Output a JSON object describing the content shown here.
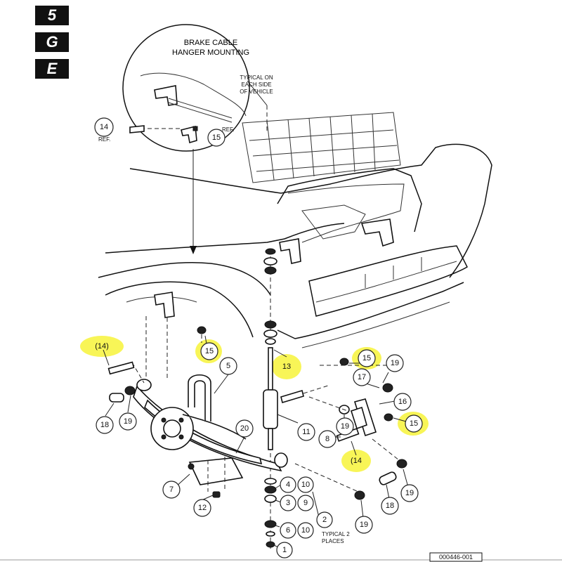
{
  "tabs": {
    "section": "5",
    "letter1": "G",
    "letter2": "E"
  },
  "inset": {
    "title_line1": "BRAKE CABLE",
    "title_line2": "HANGER MOUNTING",
    "note_line1": "TYPICAL ON",
    "note_line2": "EACH SIDE",
    "note_line3": "OF VEHICLE",
    "ref_label_left": "REF.",
    "ref_label_right": "REF.",
    "callout_14": "14",
    "callout_15": "15"
  },
  "callouts": {
    "c14_left": "(14)",
    "c15_left": "15",
    "c5": "5",
    "c13": "13",
    "c15_right": "15",
    "c19_top": "19",
    "c17": "17",
    "c16": "16",
    "c15_far": "15",
    "c18_left": "18",
    "c19_left": "19",
    "c20": "20",
    "c11": "11",
    "c19_mid": "19",
    "c8": "8",
    "c14_bottom": "(14",
    "c7": "7",
    "c4": "4",
    "c10_a": "10",
    "c12": "12",
    "c3": "3",
    "c9": "9",
    "c6": "6",
    "c10_b": "10",
    "c2": "2",
    "c1": "1",
    "c18_right": "18",
    "c19_right": "19",
    "c19_bottom": "19"
  },
  "labels": {
    "typical_line1": "TYPICAL 2",
    "typical_line2": "PLACES",
    "figure_number": "000446-001"
  }
}
